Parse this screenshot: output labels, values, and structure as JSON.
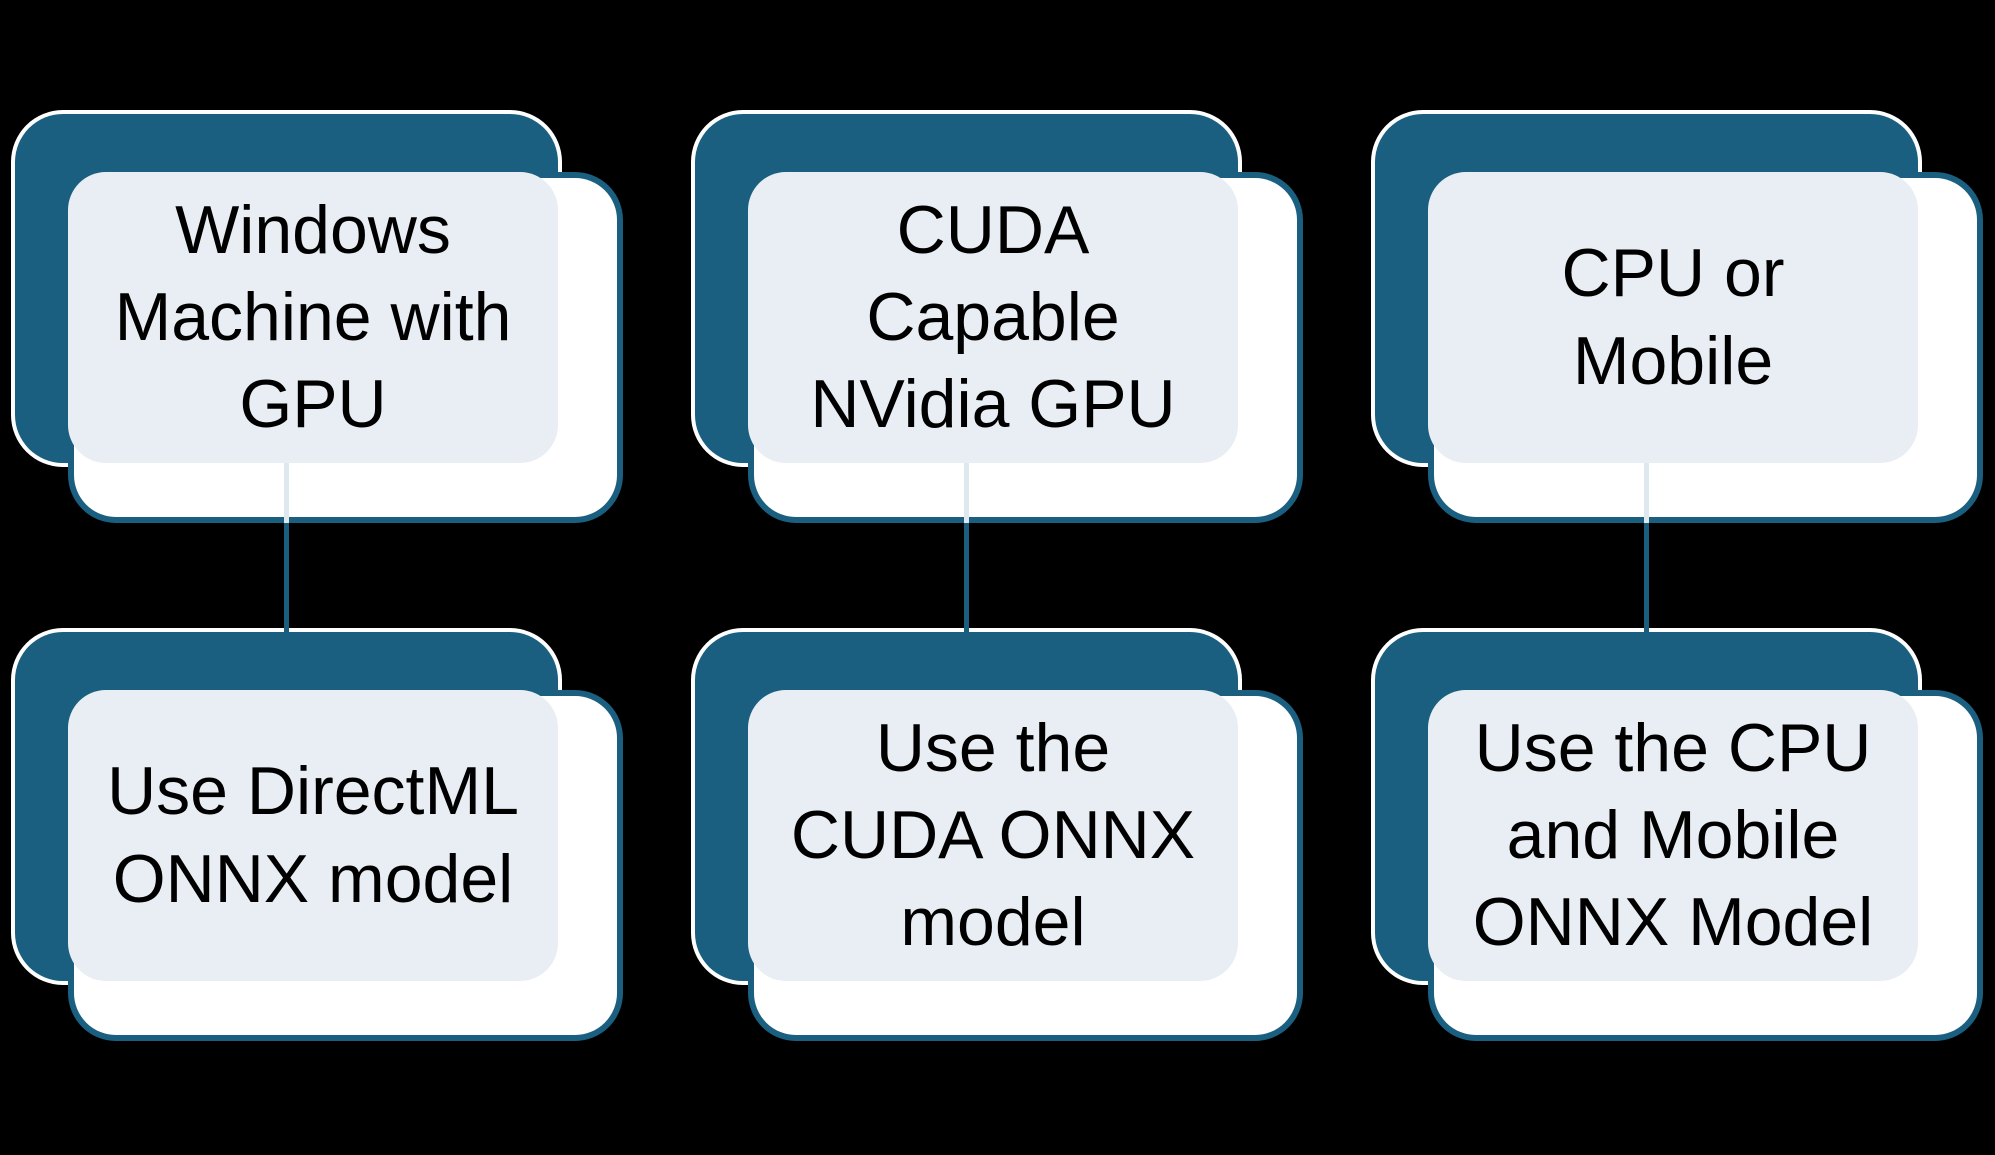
{
  "palette": {
    "teal": "#1A5F80",
    "panel": "#E8EEF3",
    "card": "#FFFFFF",
    "outline": "#FFFFFF",
    "text": "#000000",
    "connector-light": "#DDE8EF",
    "bg": "#000000"
  },
  "diagram": {
    "type": "flowchart",
    "columns": [
      {
        "id": "windows-gpu",
        "top": {
          "text": "Windows\nMachine with\nGPU"
        },
        "bottom": {
          "text": "Use DirectML\nONNX model"
        }
      },
      {
        "id": "cuda-gpu",
        "top": {
          "text": "CUDA\nCapable\nNVidia GPU"
        },
        "bottom": {
          "text": "Use the\nCUDA ONNX\nmodel"
        }
      },
      {
        "id": "cpu-mobile",
        "top": {
          "text": "CPU or\nMobile"
        },
        "bottom": {
          "text": "Use the CPU\nand Mobile\nONNX Model"
        }
      }
    ]
  }
}
